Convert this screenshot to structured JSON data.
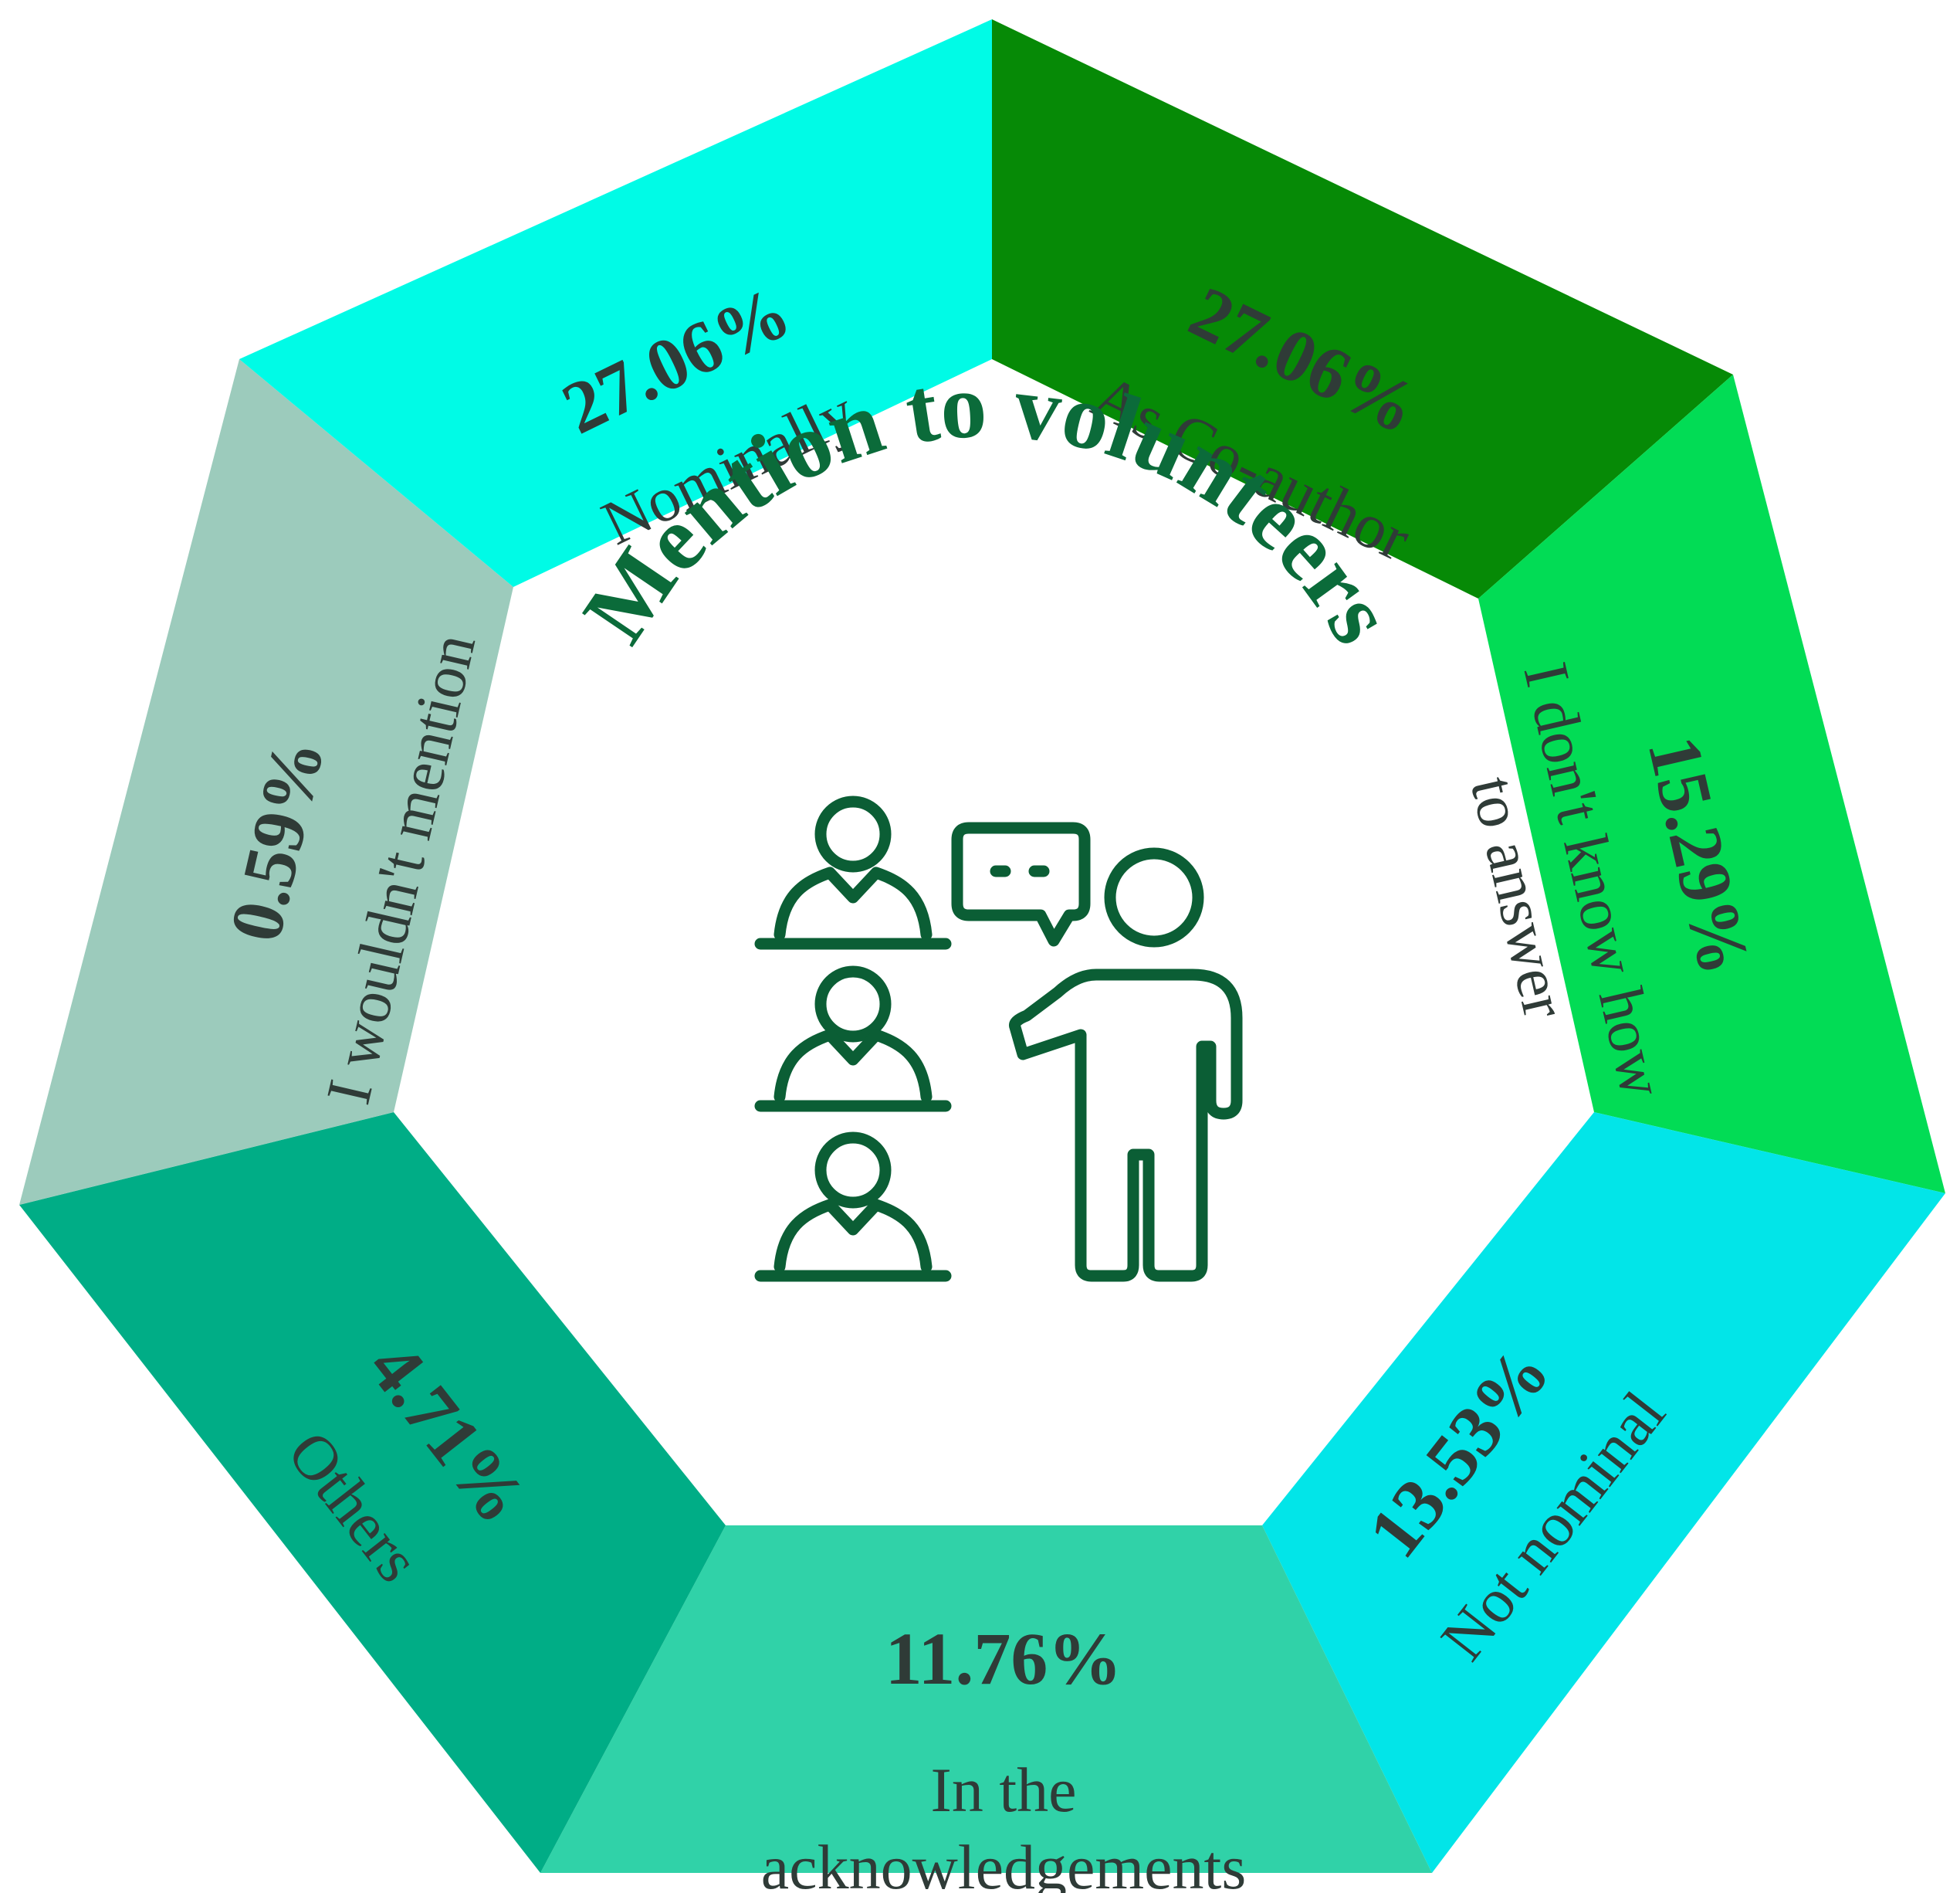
{
  "title": "Mention to volunteers",
  "colors": {
    "title": "#0b6b3a",
    "icon": "#0b5e35",
    "text": "#2f3b37"
  },
  "icon": "teacher-with-students-icon",
  "segments": [
    {
      "id": "nominally",
      "percent_value": 27.06,
      "percent_text": "27.06%",
      "label_lines": [
        "Nominally"
      ],
      "color": "#068a06"
    },
    {
      "id": "as-co-author",
      "percent_value": 27.06,
      "percent_text": "27.06%",
      "label_lines": [
        "As Co-author"
      ],
      "color": "#02dc55"
    },
    {
      "id": "dont-know",
      "percent_value": 15.29,
      "percent_text": "15.29%",
      "label_lines": [
        "I don't know how",
        "to answer"
      ],
      "color": "#02e5e8"
    },
    {
      "id": "not-nominal",
      "percent_value": 13.53,
      "percent_text": "13.53%",
      "label_lines": [
        "Not nominal"
      ],
      "color": "#30d2a8"
    },
    {
      "id": "acknowledgements",
      "percent_value": 11.76,
      "percent_text": "11.76%",
      "label_lines": [
        "In the",
        "acknowledgements"
      ],
      "color": "#00ad86"
    },
    {
      "id": "others",
      "percent_value": 4.71,
      "percent_text": "4.71%",
      "label_lines": [
        "Others"
      ],
      "color": "#9ccbbc"
    },
    {
      "id": "wouldnt-mention",
      "percent_value": 0.59,
      "percent_text": "0.59%",
      "label_lines": [
        "I wouldn't mention"
      ],
      "color": "#00fbe6"
    }
  ]
}
